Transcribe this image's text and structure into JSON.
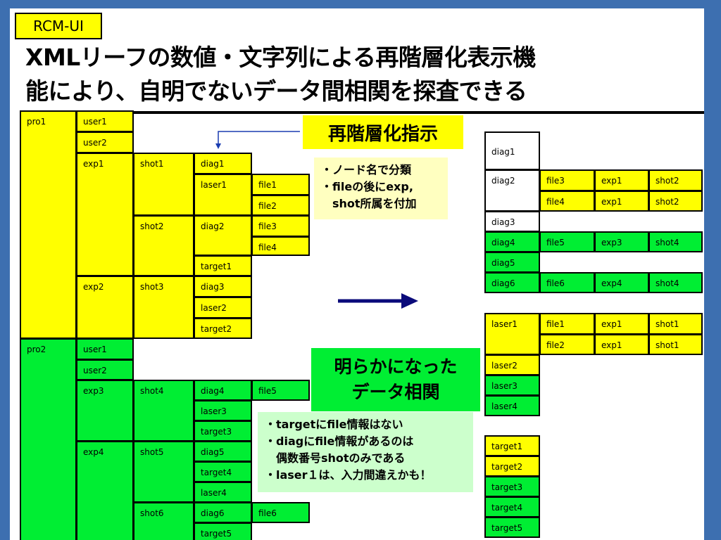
{
  "badge": "RCM-UI",
  "title": [
    "XMLリーフの数値・文字列による再階層化表示機",
    "能により、自明でないデータ間相関を探査できる"
  ],
  "tags": {
    "rehier": "再階層化指示",
    "found": [
      "明らかになった",
      "データ相関"
    ]
  },
  "notes": {
    "instruction": [
      "・ノード名で分類",
      "・fileの後にexp,",
      "　shot所属を付加"
    ],
    "findings": [
      "・targetにfile情報はない",
      "・diagにfile情報があるのは",
      "　偶数番号shotのみである",
      "・laser１は、入力間違えかも！"
    ]
  },
  "colors": {
    "yellow": "#ffff00",
    "green": "#00ee33",
    "note_yellow": "#ffffc0",
    "note_green": "#ccffcc",
    "arrow": "#0a0a7a"
  },
  "left_tree": {
    "pro1": "pro1",
    "pro2": "pro2",
    "user1": "user1",
    "user2": "user2",
    "exp1": "exp1",
    "exp2": "exp2",
    "exp3": "exp3",
    "exp4": "exp4",
    "shot1": "shot1",
    "shot2": "shot2",
    "shot3": "shot3",
    "shot4": "shot4",
    "shot5": "shot5",
    "shot6": "shot6",
    "diag1": "diag1",
    "diag2": "diag2",
    "diag3": "diag3",
    "diag4": "diag4",
    "diag5": "diag5",
    "diag6": "diag6",
    "laser1": "laser1",
    "laser2": "laser2",
    "laser3": "laser3",
    "laser4": "laser4",
    "target1": "target1",
    "target2": "target2",
    "target3": "target3",
    "target4": "target4",
    "target5": "target5",
    "file1": "file1",
    "file2": "file2",
    "file3": "file3",
    "file4": "file4",
    "file5": "file5",
    "file6": "file6"
  },
  "right_diag": [
    [
      "diag1"
    ],
    [
      "diag2",
      "file3",
      "exp1",
      "shot2"
    ],
    [
      "",
      "file4",
      "exp1",
      "shot2"
    ],
    [
      "diag3"
    ],
    [
      "diag4",
      "file5",
      "exp3",
      "shot4"
    ],
    [
      "diag5"
    ],
    [
      "diag6",
      "file6",
      "exp4",
      "shot4"
    ]
  ],
  "right_laser": [
    [
      "laser1",
      "file1",
      "exp1",
      "shot1"
    ],
    [
      "",
      "file2",
      "exp1",
      "shot1"
    ],
    [
      "laser2"
    ],
    [
      "laser3"
    ],
    [
      "laser4"
    ]
  ],
  "right_target": [
    "target1",
    "target2",
    "target3",
    "target4",
    "target5"
  ]
}
